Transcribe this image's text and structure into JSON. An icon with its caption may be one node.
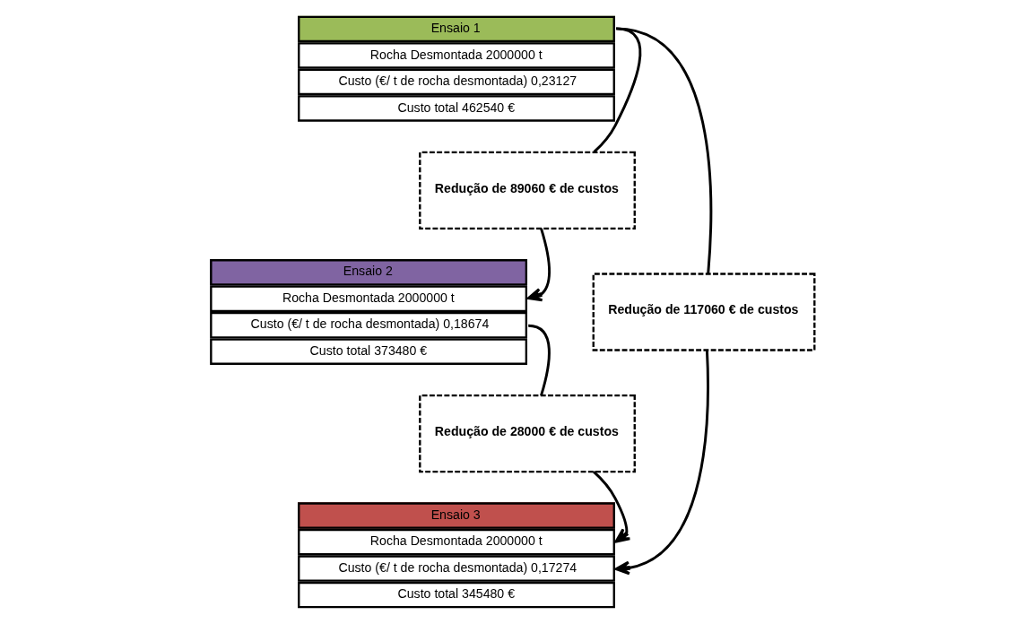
{
  "diagram": {
    "nodes": [
      {
        "text": [
          "Ensaio 1",
          "Rocha Desmontada 2000000 t",
          "Custo (€/ t de rocha desmontada) 0,23127",
          "Custo total 462540 €"
        ]
      },
      {
        "text": [
          "Redução de 89060 € de custos"
        ]
      },
      {
        "text": [
          "Ensaio 2",
          "Rocha Desmontada 2000000 t",
          "Custo (€/ t de rocha desmontada) 0,18674",
          "Custo total 373480 €"
        ]
      },
      {
        "text": [
          "Redução de 117060 € de custos"
        ]
      },
      {
        "text": [
          "Redução de 28000 € de custos"
        ]
      },
      {
        "text": [
          "Ensaio 3",
          "Rocha Desmontada 2000000 t",
          "Custo (€/ t de rocha desmontada) 0,17274",
          "Custo total 345480 €"
        ]
      }
    ],
    "edges": [
      {
        "from": 0,
        "to": 1,
        "arrow": "none"
      },
      {
        "from": 1,
        "to": 2,
        "arrow": "to"
      },
      {
        "from": 0,
        "to": 3,
        "arrow": "none"
      },
      {
        "from": 2,
        "to": 4,
        "arrow": "none"
      },
      {
        "from": 4,
        "to": 5,
        "arrow": "to"
      },
      {
        "from": 3,
        "to": 5,
        "arrow": "to"
      }
    ]
  }
}
